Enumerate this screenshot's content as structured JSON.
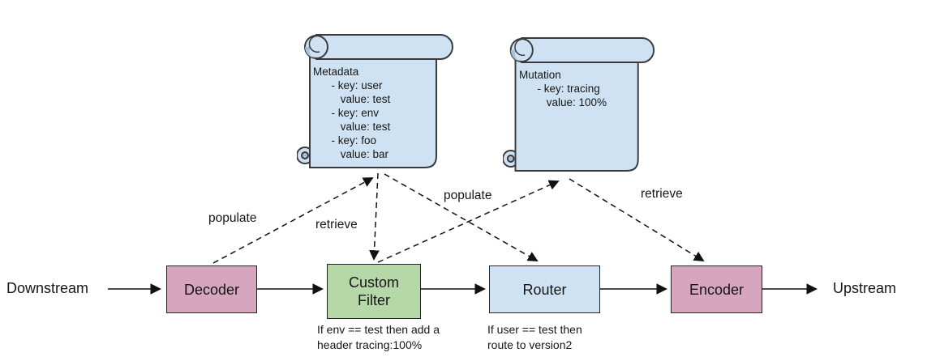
{
  "diagram": {
    "endpoints": {
      "left_label": "Downstream",
      "right_label": "Upstream"
    },
    "nodes": {
      "decoder": {
        "label": "Decoder"
      },
      "custom_filter": {
        "label": "Custom\nFilter",
        "caption": "If env == test then add a\nheader tracing:100%"
      },
      "router": {
        "label": "Router",
        "caption": "If user == test then\nroute to version2"
      },
      "encoder": {
        "label": "Encoder"
      }
    },
    "scrolls": {
      "metadata": {
        "text": "Metadata\n      - key: user\n         value: test\n      - key: env\n         value: test\n      - key: foo\n         value: bar"
      },
      "mutation": {
        "text": "Mutation\n      - key: tracing\n         value: 100%"
      }
    },
    "edge_labels": {
      "populate_decoder_to_metadata": "populate",
      "retrieve_metadata_to_custom_filter": "retrieve",
      "populate_custom_filter_to_mutation": "populate",
      "retrieve_mutation_to_encoder": "retrieve"
    },
    "colors": {
      "node_pink": "#d5a6bd",
      "node_green": "#b6d7a8",
      "node_blue": "#cfe2f3",
      "scroll_fill": "#cfe2f3",
      "scroll_shade": "#a9bed8",
      "stroke": "#262626",
      "background": "#ffffff"
    }
  }
}
